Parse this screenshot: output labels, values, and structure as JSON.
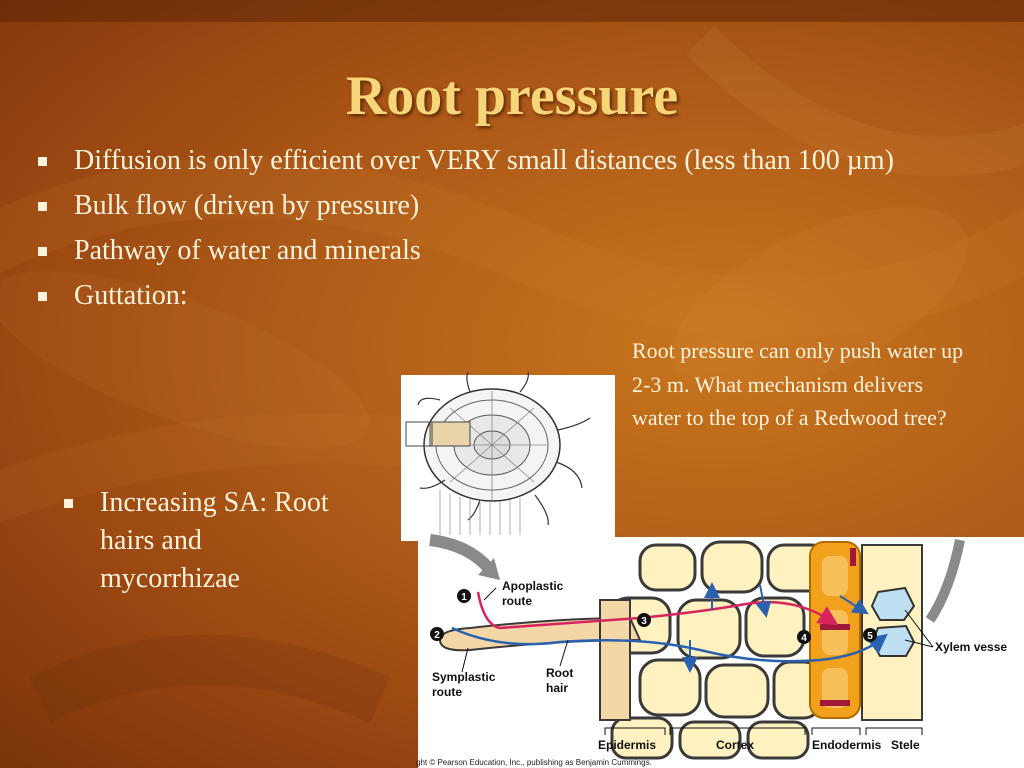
{
  "slide": {
    "title": "Root pressure",
    "bullets": [
      "Diffusion is only efficient over VERY small distances (less than 100 µm)",
      "Bulk flow (driven by pressure)",
      "Pathway of water and minerals",
      "Guttation:"
    ],
    "sub_bullet": "Increasing SA: Root hairs and mycorrhizae",
    "callout": "Root pressure can only push water up 2-3 m. What mechanism delivers water to the top of a Redwood tree?"
  },
  "diagram": {
    "markers": [
      "1",
      "2",
      "3",
      "4",
      "5"
    ],
    "labels": {
      "apoplastic": [
        "Apoplastic",
        "route"
      ],
      "symplastic": [
        "Symplastic",
        "route"
      ],
      "root_hair": [
        "Root",
        "hair"
      ],
      "xylem": "Xylem vesse",
      "epidermis": "Epidermis",
      "cortex": "Cortex",
      "endodermis": "Endodermis",
      "stele": "Stele"
    },
    "copyright": "ght © Pearson Education, Inc., publishing as Benjamin Cummings."
  },
  "colors": {
    "title": "#f7d67a",
    "body_text": "#fff3dc",
    "apoplastic_route": "#d8245e",
    "symplastic_route": "#2a62b0",
    "endodermis": "#f2a11c",
    "xylem": "#bfe0f2",
    "cell_fill": "#fff2c0"
  }
}
